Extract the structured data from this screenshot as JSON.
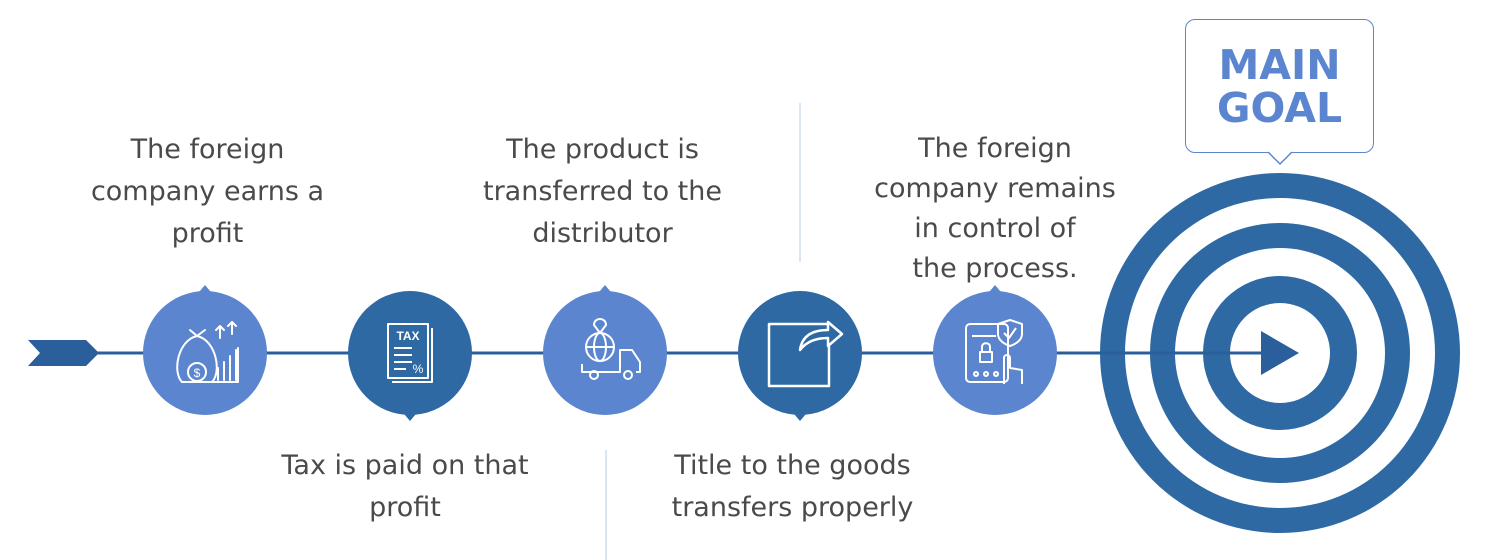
{
  "colors": {
    "light_blue": "#5b86cf",
    "dark_blue": "#2e69a3",
    "line_blue": "#2b5f9c",
    "text_gray": "#4a4a4a"
  },
  "steps": [
    {
      "text_lines": [
        "The foreign",
        "company earns a",
        "profit"
      ],
      "icon": "money-bag-growth-icon",
      "color": "light"
    },
    {
      "text_lines": [
        "Tax is paid on that",
        "profit"
      ],
      "icon": "tax-document-icon",
      "color": "dark"
    },
    {
      "text_lines": [
        "The product is",
        "transferred to the",
        "distributor"
      ],
      "icon": "delivery-truck-globe-icon",
      "color": "light"
    },
    {
      "text_lines": [
        "Title to the goods",
        "transfers properly"
      ],
      "icon": "share-arrow-icon",
      "color": "dark"
    },
    {
      "text_lines": [
        "The foreign",
        "company remains",
        "in control of",
        "the process."
      ],
      "icon": "secure-tablet-icon",
      "color": "light"
    }
  ],
  "goal": {
    "label_lines": [
      "MAIN",
      "GOAL"
    ],
    "icon": "target-icon"
  }
}
